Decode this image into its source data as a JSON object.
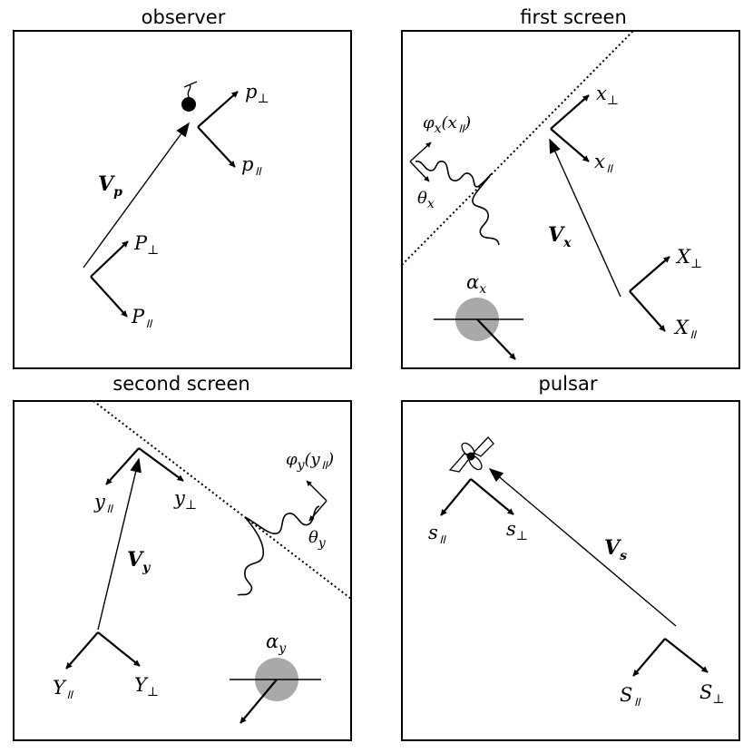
{
  "panels": {
    "observer": {
      "title": "observer",
      "vel": "V",
      "vel_sub": "p",
      "small_perp": "p",
      "small_perp_sub": "⊥",
      "small_par": "p",
      "small_par_sub": "॥",
      "big_perp": "P",
      "big_perp_sub": "⊥",
      "big_par": "P",
      "big_par_sub": "॥"
    },
    "first_screen": {
      "title": "first screen",
      "vel": "V",
      "vel_sub": "x",
      "phi": "φ",
      "phi_sub": "x",
      "phi_arg": "(x",
      "phi_arg_sub": "॥",
      "phi_close": ")",
      "theta": "θ",
      "theta_sub": "x",
      "alpha": "α",
      "alpha_sub": "x",
      "small_perp": "x",
      "small_perp_sub": "⊥",
      "small_par": "x",
      "small_par_sub": "॥",
      "big_perp": "X",
      "big_perp_sub": "⊥",
      "big_par": "X",
      "big_par_sub": "॥"
    },
    "second_screen": {
      "title": "second screen",
      "vel": "V",
      "vel_sub": "y",
      "phi": "φ",
      "phi_sub": "y",
      "phi_arg": "(y",
      "phi_arg_sub": "॥",
      "phi_close": ")",
      "theta": "θ",
      "theta_sub": "y",
      "alpha": "α",
      "alpha_sub": "y",
      "small_perp": "y",
      "small_perp_sub": "⊥",
      "small_par": "y",
      "small_par_sub": "॥",
      "big_perp": "Y",
      "big_perp_sub": "⊥",
      "big_par": "Y",
      "big_par_sub": "॥"
    },
    "pulsar": {
      "title": "pulsar",
      "vel": "V",
      "vel_sub": "s",
      "small_perp": "s",
      "small_perp_sub": "⊥",
      "small_par": "s",
      "small_par_sub": "॥",
      "big_perp": "S",
      "big_perp_sub": "⊥",
      "big_par": "S",
      "big_par_sub": "॥"
    }
  },
  "colors": {
    "stroke": "#000000",
    "disk": "#a9a9a9",
    "background": "#ffffff"
  },
  "icons": {
    "observer": "bomb-icon",
    "pulsar": "pulsar-icon"
  }
}
